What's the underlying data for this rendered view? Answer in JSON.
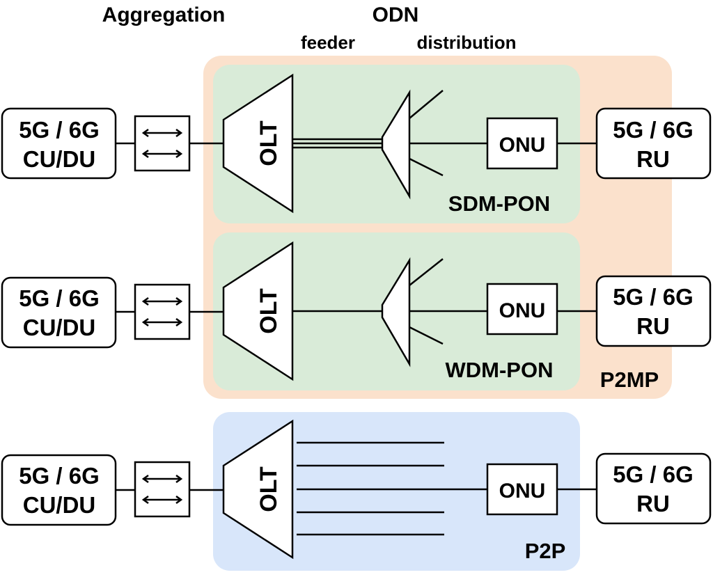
{
  "header": {
    "aggregation": "Aggregation",
    "odn": "ODN",
    "feeder": "feeder",
    "distribution": "distribution"
  },
  "labels": {
    "sdm": "SDM-PON",
    "wdm": "WDM-PON",
    "p2mp": "P2MP",
    "p2p": "P2P"
  },
  "cu_du": {
    "line1": "5G / 6G",
    "line2": "CU/DU"
  },
  "ru": {
    "line1": "5G / 6G",
    "line2": "RU"
  },
  "olt": "OLT",
  "onu": "ONU",
  "colors": {
    "p2mp_bg": "#fbe1cc",
    "pon_bg": "#d9ebd8",
    "p2p_bg": "#d8e6fa"
  }
}
